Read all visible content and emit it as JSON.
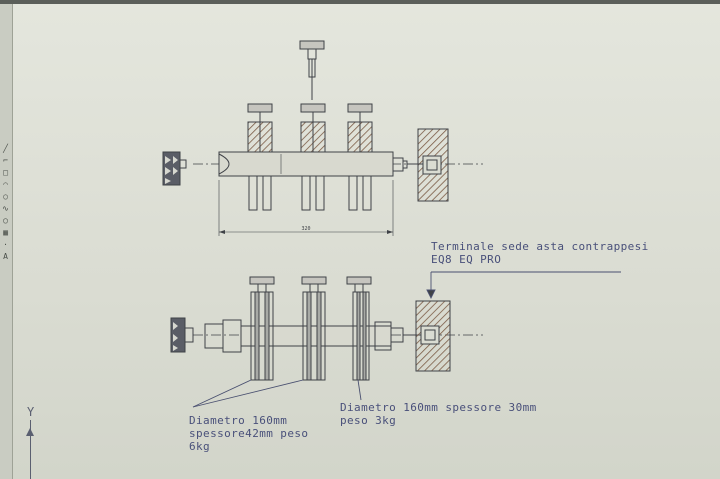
{
  "toolbar": {
    "tools": [
      {
        "icon": "line-tool-icon",
        "glyph": "╱"
      },
      {
        "icon": "polyline-tool-icon",
        "glyph": "⌐"
      },
      {
        "icon": "rectangle-tool-icon",
        "glyph": "□"
      },
      {
        "icon": "arc-tool-icon",
        "glyph": "◠"
      },
      {
        "icon": "circle-tool-icon",
        "glyph": "○"
      },
      {
        "icon": "spline-tool-icon",
        "glyph": "∿"
      },
      {
        "icon": "ellipse-tool-icon",
        "glyph": "◯"
      },
      {
        "icon": "hatch-tool-icon",
        "glyph": "▦"
      },
      {
        "icon": "point-tool-icon",
        "glyph": "·"
      },
      {
        "icon": "text-tool-icon",
        "glyph": "A"
      }
    ]
  },
  "drawing": {
    "dimension_label": "320",
    "annotations": {
      "terminal": "Terminale sede asta contrappesi\nEQ8 EQ PRO",
      "weight_a": "Diametro 160mm\nspessore42mm peso\n6kg",
      "weight_b": "Diametro 160mm spessore 30mm\npeso 3kg"
    }
  },
  "ucs": {
    "axis_label": "Y"
  },
  "colors": {
    "background": "#dadcd2",
    "lines": "#3f4247",
    "annotation_text": "#49507a",
    "hatch": "#8a5a3a"
  }
}
